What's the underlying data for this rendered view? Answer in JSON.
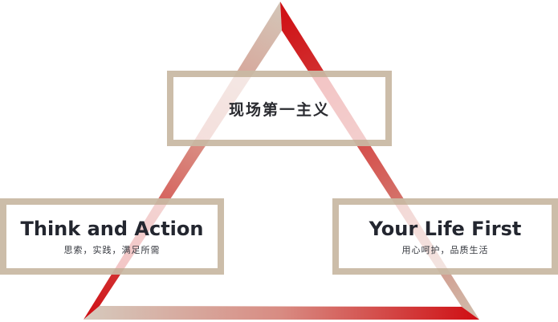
{
  "diagram": {
    "top": {
      "title": "现场第一主义"
    },
    "left": {
      "title": "Think and Action",
      "subtitle": "思索，实践，满足所需"
    },
    "right": {
      "title": "Your Life First",
      "subtitle": "用心呵护，品质生活"
    }
  },
  "colors": {
    "triangle_red": "#cf0d12",
    "triangle_tan": "#cdb9a4",
    "box_border": "#c9b9a5"
  }
}
